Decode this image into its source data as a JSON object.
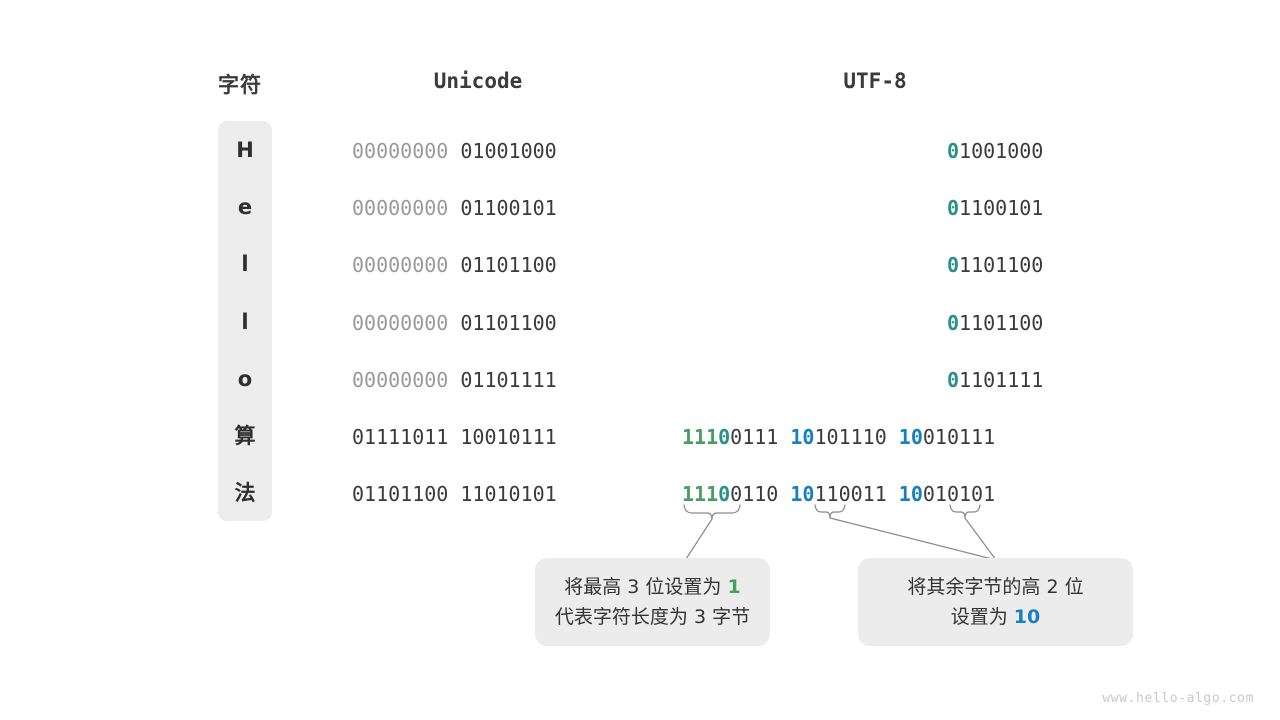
{
  "headers": {
    "character": "字符",
    "unicode": "Unicode",
    "utf8": "UTF-8"
  },
  "rows": [
    {
      "char": "H",
      "unicode_pad": "00000000 ",
      "unicode_body": "01001000",
      "utf8_type": "ascii",
      "utf8_lead": "0",
      "utf8_rest": "1001000"
    },
    {
      "char": "e",
      "unicode_pad": "00000000 ",
      "unicode_body": "01100101",
      "utf8_type": "ascii",
      "utf8_lead": "0",
      "utf8_rest": "1100101"
    },
    {
      "char": "l",
      "unicode_pad": "00000000 ",
      "unicode_body": "01101100",
      "utf8_type": "ascii",
      "utf8_lead": "0",
      "utf8_rest": "1101100"
    },
    {
      "char": "l",
      "unicode_pad": "00000000 ",
      "unicode_body": "01101100",
      "utf8_type": "ascii",
      "utf8_lead": "0",
      "utf8_rest": "1101100"
    },
    {
      "char": "o",
      "unicode_pad": "00000000 ",
      "unicode_body": "01101111",
      "utf8_type": "ascii",
      "utf8_lead": "0",
      "utf8_rest": "1101111"
    },
    {
      "char": "算",
      "unicode_pad": "",
      "unicode_body": "01111011 10010111",
      "utf8_type": "multibyte",
      "b1_green": "111",
      "b1_teal": "0",
      "b1_rest": "0111",
      "b2_blue": "10",
      "b2_rest": "101110",
      "b3_blue": "10",
      "b3_rest": "010111"
    },
    {
      "char": "法",
      "unicode_pad": "",
      "unicode_body": "01101100 11010101",
      "utf8_type": "multibyte",
      "b1_green": "111",
      "b1_teal": "0",
      "b1_rest": "0110",
      "b2_blue": "10",
      "b2_rest": "110011",
      "b3_blue": "10",
      "b3_rest": "010101"
    }
  ],
  "callouts": {
    "left": {
      "line1_a": "将最高 3 位设置为 ",
      "line1_b": "1",
      "line2": "代表字符长度为 3 字节"
    },
    "right": {
      "line1": "将其余字节的高 2 位",
      "line2_a": "设置为 ",
      "line2_b": "10"
    }
  },
  "watermark": "www.hello-algo.com",
  "colors": {
    "green": "#4a9d5e",
    "teal": "#2a9189",
    "blue": "#1a7fc0",
    "text": "#3b3b3b",
    "muted": "#9a9a9a",
    "pill": "#ededed",
    "callout": "#ececec",
    "watermark": "#c9c9c9"
  }
}
